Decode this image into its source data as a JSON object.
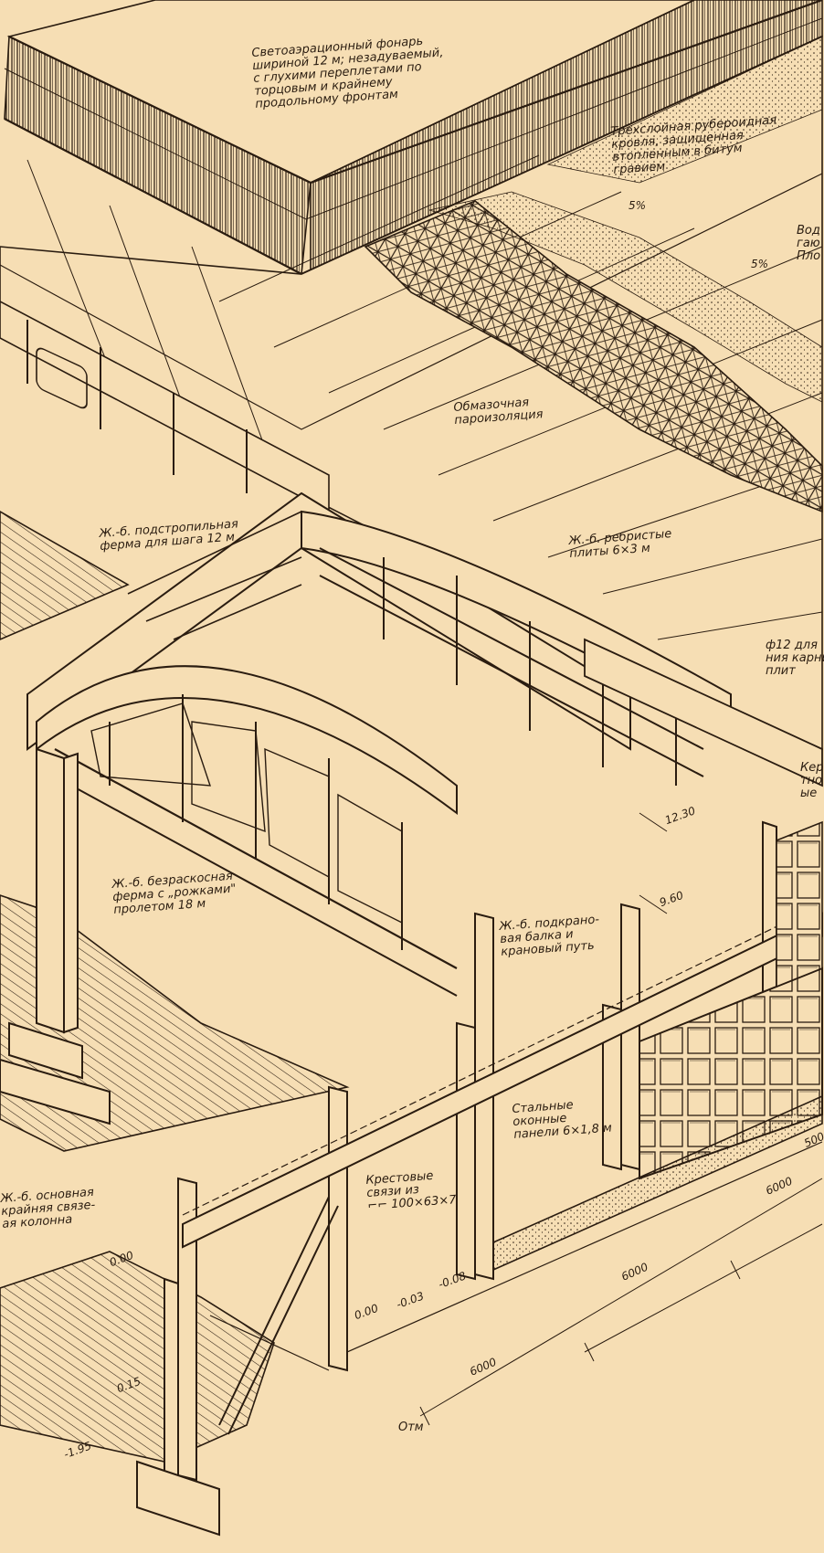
{
  "colors": {
    "paper": "#f6deb4",
    "ink": "#2a1c10"
  },
  "labels": {
    "skylight": "Светоаэрационный фонарь\nшириной 12 м; незадуваемый,\nс глухими переплетами по\nторцовым и крайнему\nпродольному фронтам",
    "roofing": "Трехслойная рубероидная\nкровля, защищенная\nвтопленным в битум\nгравием",
    "water_cut": "Вод\nгаю\nПло",
    "vapor": "Обмазочная\nпароизоляция",
    "sub_truss": "Ж.-б. подстропильная\nферма для шага 12 м",
    "ribbed_slabs": "Ж.-б. ребристые\nплиты 6×3 м",
    "rod_cut": "ф12 для\nния карни\nплит",
    "ceramic_cut": "Кера\nтно\nые",
    "truss": "Ж.-б. безраскосная\nферма с „рожками\"\nпролетом 18 м",
    "crane_beam": "Ж.-б. подкрано-\nвая балка и\nкрановый путь",
    "window_panels": "Стальные\nоконные\nпанели 6×1,8 м",
    "bracing": "Крестовые\nсвязи из\n⌐⌐ 100×63×7",
    "column": "Ж.-б. основная\nкрайняя связе-\nая колонна",
    "otm_cut": "Отм"
  },
  "dims": {
    "slope1": "5%",
    "slope2": "5%",
    "d1230": "12.30",
    "d960": "9.60",
    "d000a": "0.00",
    "d000b": "0.00",
    "dm003": "-0.03",
    "dm008": "-0.08",
    "d015": "0.15",
    "dm195": "-1.95",
    "s6000a": "6000",
    "s6000b": "6000",
    "s6000c": "6000",
    "s500": "500"
  }
}
